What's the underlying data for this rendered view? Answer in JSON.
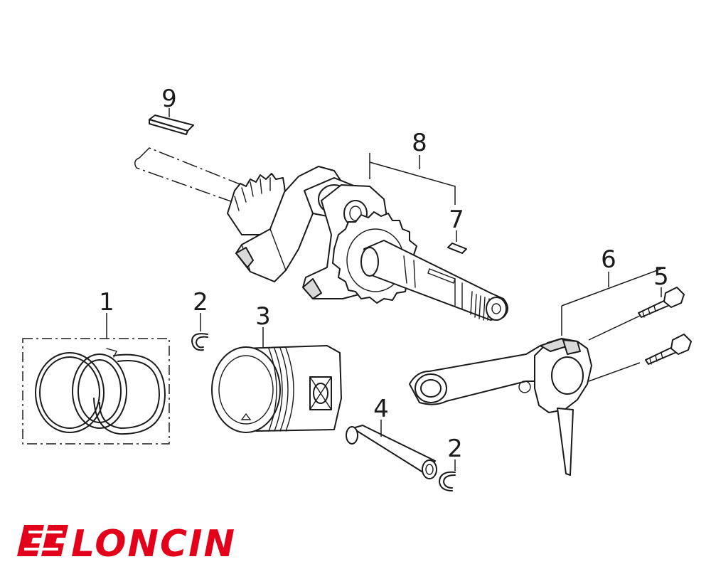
{
  "brand": {
    "name": "LONCIN",
    "color": "#e2001a"
  },
  "callouts": {
    "c1": "1",
    "c2a": "2",
    "c2b": "2",
    "c3": "3",
    "c4": "4",
    "c5": "5",
    "c6": "6",
    "c7": "7",
    "c8": "8",
    "c9": "9"
  },
  "parts": [
    {
      "callout": "1",
      "icon": "piston-ring-set-icon"
    },
    {
      "callout": "2",
      "icon": "circlip-icon"
    },
    {
      "callout": "3",
      "icon": "piston-icon"
    },
    {
      "callout": "4",
      "icon": "piston-pin-icon"
    },
    {
      "callout": "5",
      "icon": "bolt-icon"
    },
    {
      "callout": "6",
      "icon": "connecting-rod-icon"
    },
    {
      "callout": "7",
      "icon": "key-icon"
    },
    {
      "callout": "8",
      "icon": "crankshaft-icon"
    },
    {
      "callout": "9",
      "icon": "key-icon"
    }
  ]
}
